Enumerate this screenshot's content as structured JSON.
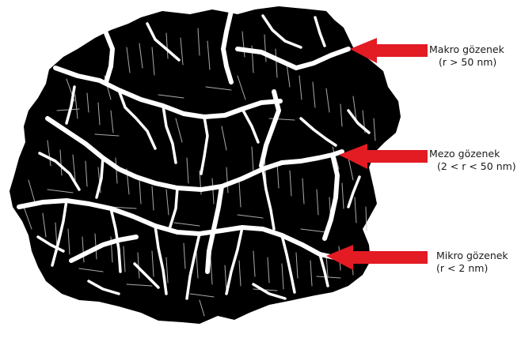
{
  "labels": {
    "macro": {
      "title": "Makro gözenek",
      "range": "(r > 50 nm)"
    },
    "meso": {
      "title": "Mezo gözenek",
      "range": "(2 < r < 50 nm)"
    },
    "micro": {
      "title": "Mikro gözenek",
      "range": "(r < 2 nm)"
    }
  },
  "colors": {
    "body": "#000000",
    "pores": "#ffffff",
    "arrow": "#e31b23",
    "text": "#1a1a1a"
  }
}
